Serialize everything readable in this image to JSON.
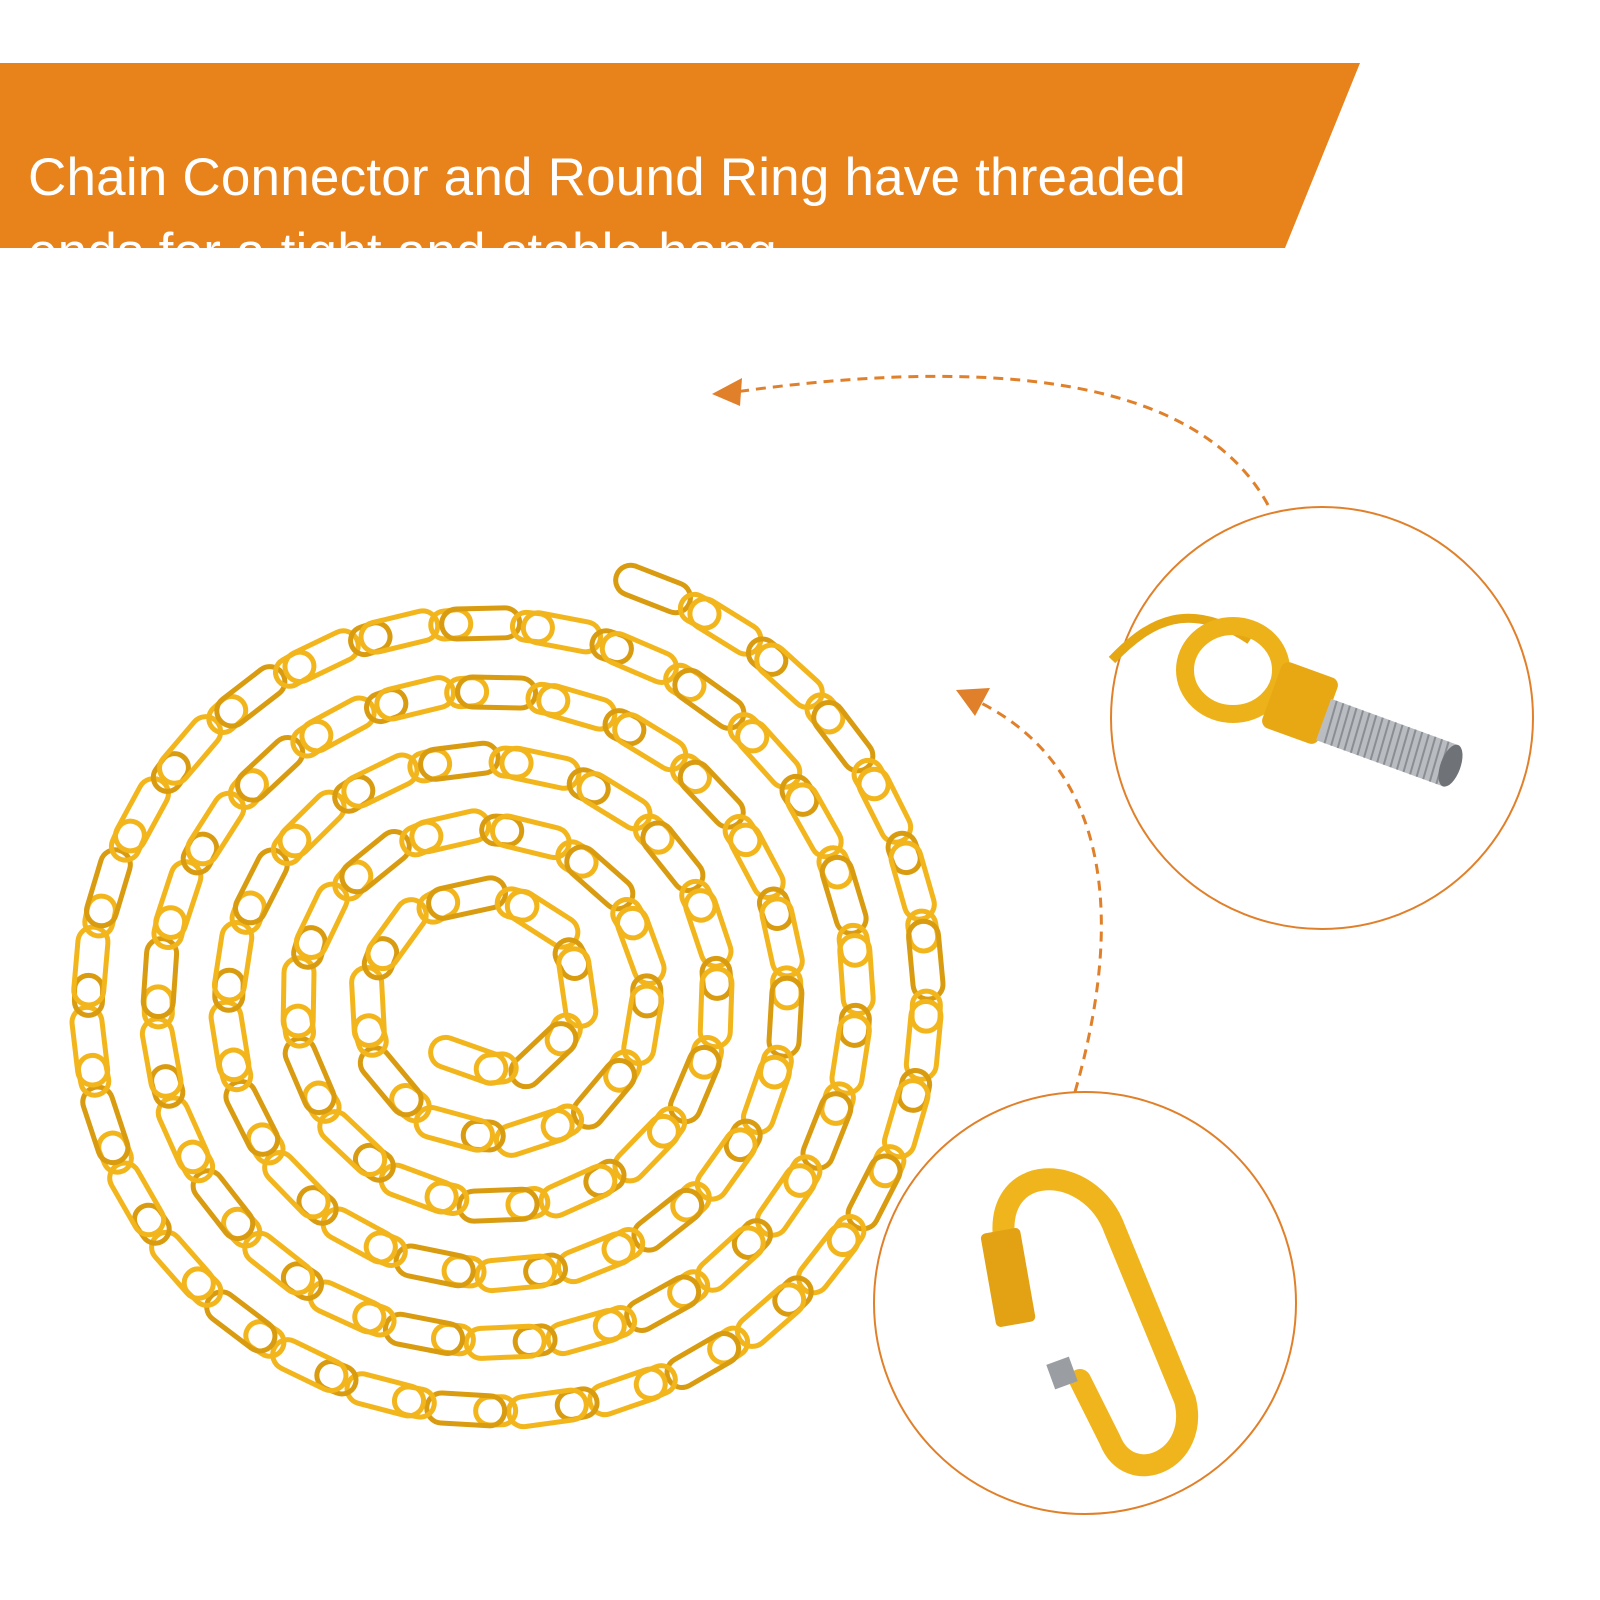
{
  "banner": {
    "line1": "Chain Connector and Round Ring have threaded",
    "line2": "ends for a tight and stable hang",
    "color": "#E8821A"
  },
  "colors": {
    "gold": "#F2B51C",
    "gold_dark": "#C98A0A",
    "accent": "#E0802A"
  },
  "callouts": [
    {
      "name": "round-ring-threaded-connector"
    },
    {
      "name": "quick-link-threaded-carabiner"
    }
  ]
}
